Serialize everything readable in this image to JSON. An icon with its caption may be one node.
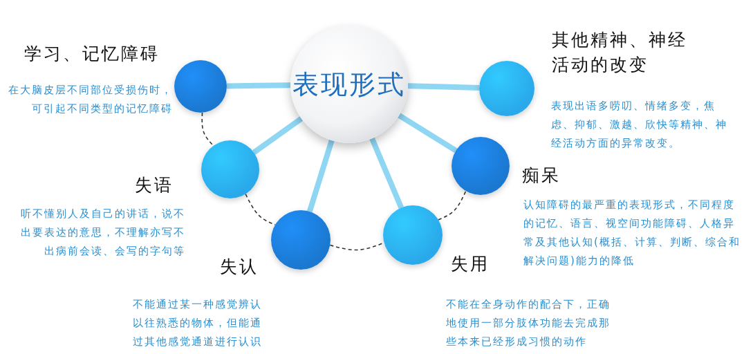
{
  "diagram": {
    "nodes": [
      {
        "text": [
          "表现形式"
        ]
      },
      {
        "text": [],
        "shape": "circle",
        "beside": [
          "学习、记忆障碍",
          "在大脑皮层不同部位受损伤时，可引起不同类型的记忆障碍"
        ]
      },
      {
        "text": [],
        "shape": "circle",
        "beside": [
          "其他精神、神经活动的改变",
          "表现出语多唠叨、情绪多变，焦虑、抑郁、激越、欣快等精神、神经活动方面的异常改变。"
        ]
      },
      {
        "text": [],
        "shape": "circle",
        "beside": [
          "失语",
          "听不懂别人及自己的讲话，说不出要表达的意思，不理解亦写不出病前会读、会写的字句等"
        ]
      },
      {
        "text": [],
        "shape": "circle",
        "beside": [
          "痴呆",
          "认知障碍的最严重的表现形式，不同程度的记忆、语言、视空间功能障碍、人格异常及其他认知(概括、计算、判断、综合和解决问题)能力的降低"
        ]
      },
      {
        "text": [],
        "shape": "circle",
        "beside": [
          "失认",
          "不能通过某一种感觉辨认以往熟悉的物体，但能通过其他感觉通道进行认识"
        ]
      },
      {
        "text": [],
        "shape": "circle",
        "beside": [
          "失用",
          "不能在全身动作的配合下，正确地使用一部分肢体功能去完成那些本来已经形成习惯的动作"
        ]
      }
    ],
    "edges": [
      {
        "from": 0,
        "to": 1,
        "arrow": "none"
      },
      {
        "from": 0,
        "to": 2,
        "arrow": "none"
      },
      {
        "from": 0,
        "to": 3,
        "arrow": "none"
      },
      {
        "from": 0,
        "to": 4,
        "arrow": "none"
      },
      {
        "from": 0,
        "to": 5,
        "arrow": "none"
      },
      {
        "from": 0,
        "to": 6,
        "arrow": "none"
      },
      {
        "from": 1,
        "to": 3,
        "arrow": "none",
        "style": "dashed",
        "color": "#333333"
      },
      {
        "from": 3,
        "to": 5,
        "arrow": "none",
        "style": "dashed",
        "color": "#333333"
      },
      {
        "from": 5,
        "to": 6,
        "arrow": "none",
        "style": "dashed",
        "color": "#333333"
      },
      {
        "from": 6,
        "to": 4,
        "arrow": "none",
        "style": "dashed",
        "color": "#333333"
      }
    ]
  }
}
